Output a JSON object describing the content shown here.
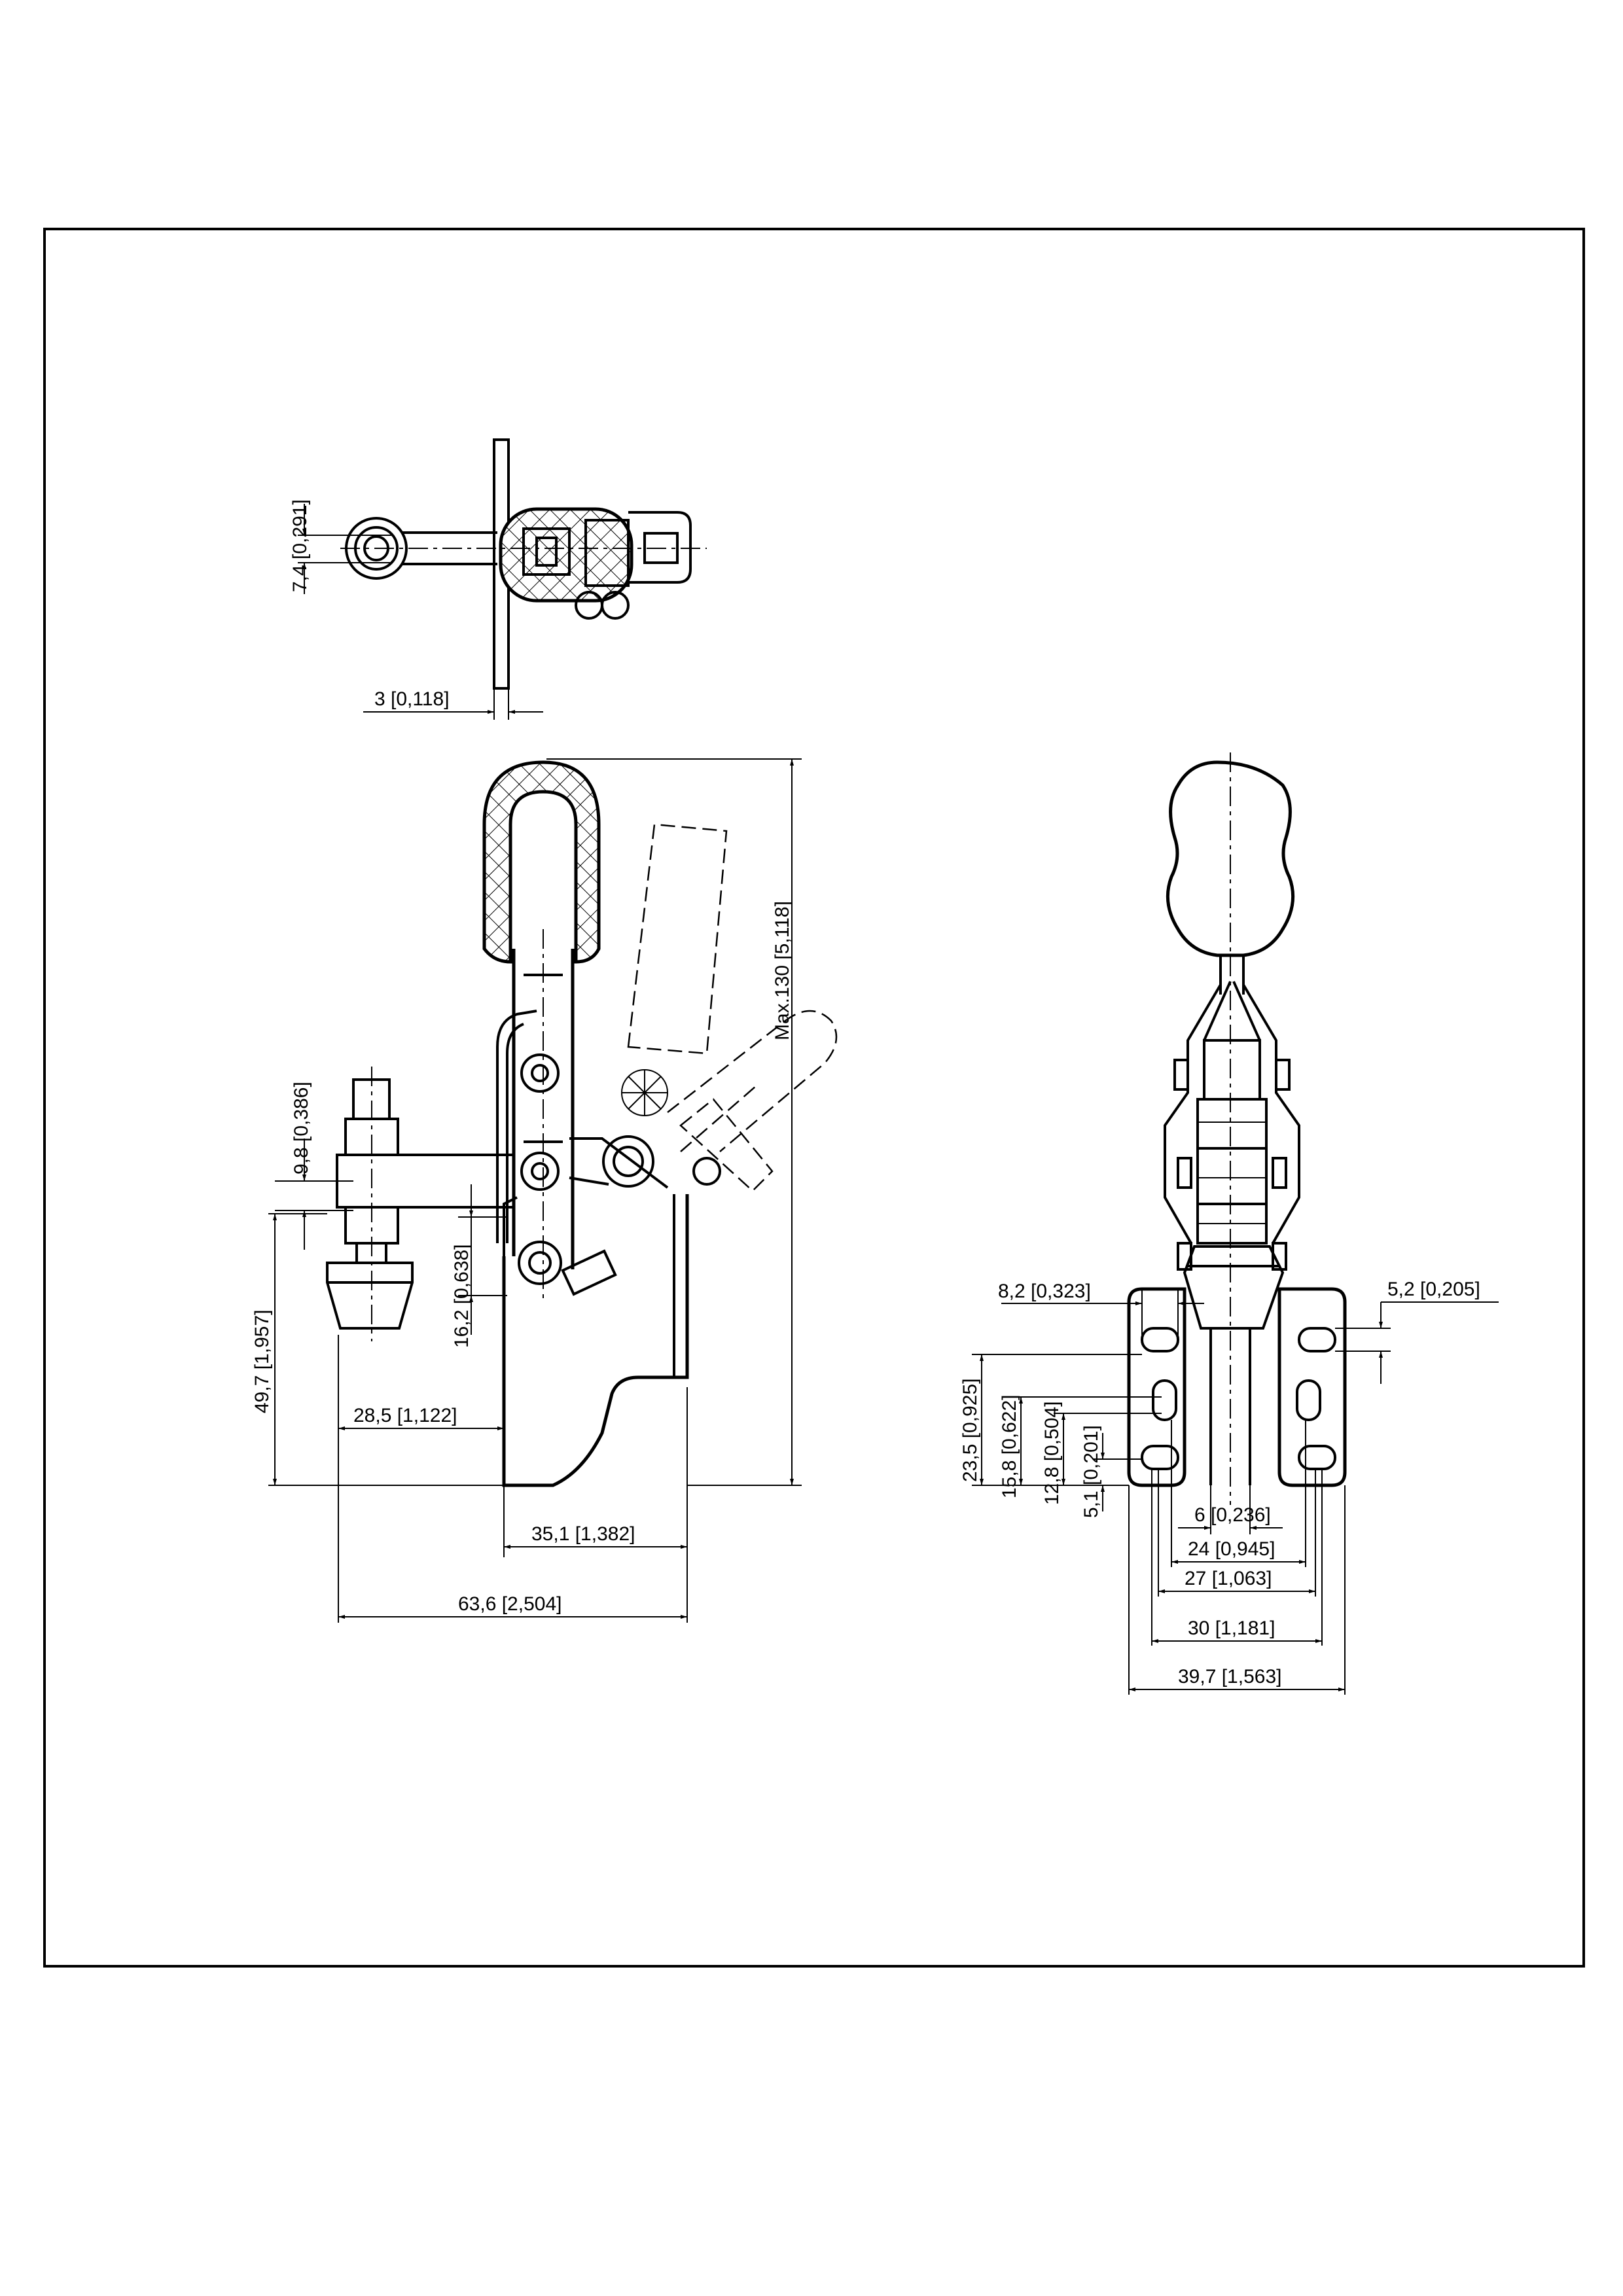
{
  "drawing": {
    "top_view": {
      "dims": {
        "bolt_offset": "7,4 [0,291]",
        "plate_thickness": "3 [0,118]"
      }
    },
    "side_view": {
      "dims": {
        "max_height": "Max.130 [5,118]",
        "spindle_offset": "9,8 [0,386]",
        "pivot_height": "16,2 [0,638]",
        "spindle_height": "49,7 [1,957]",
        "spindle_reach": "28,5 [1,122]",
        "base_depth": "35,1 [1,382]",
        "overall_length": "63,6 [2,504]"
      }
    },
    "front_view": {
      "dims": {
        "slot_width": "8,2 [0,323]",
        "slot_dia": "5,2 [0,205]",
        "h1": "23,5 [0,925]",
        "h2": "15,8 [0,622]",
        "h3": "12,8 [0,504]",
        "h4": "5,1 [0,201]",
        "w1": "6 [0,236]",
        "w2": "24 [0,945]",
        "w3": "27 [1,063]",
        "w4": "30 [1,181]",
        "w5": "39,7 [1,563]"
      }
    }
  }
}
